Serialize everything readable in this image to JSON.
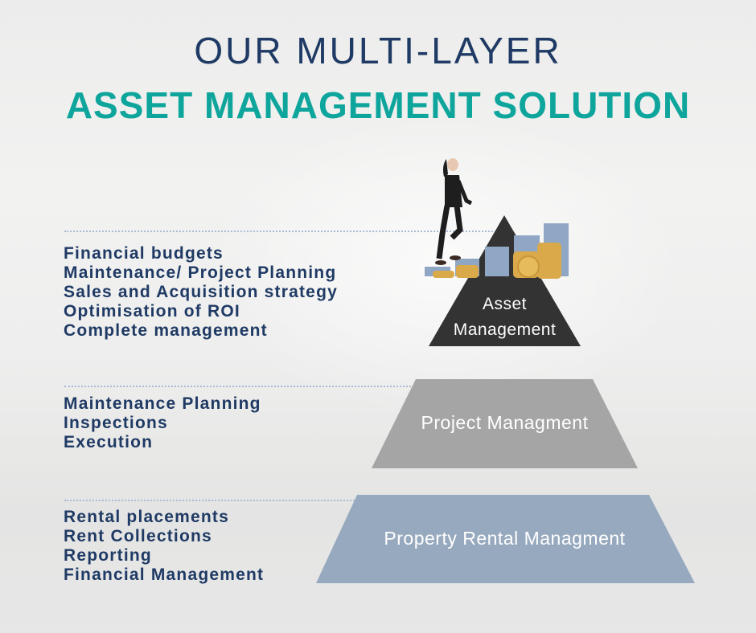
{
  "title": {
    "line1": "OUR MULTI-LAYER",
    "line2": "ASSET MANAGEMENT SOLUTION"
  },
  "colors": {
    "title_navy": "#1f3a64",
    "title_teal": "#0ea59c",
    "tier_top": "#333333",
    "tier_middle": "#a5a5a5",
    "tier_bottom": "#97a9be",
    "bar_blue": "#8fa6c4",
    "coin_gold": "#d9a94a"
  },
  "tiers": [
    {
      "label_line1": "Asset",
      "label_line2": "Management",
      "items": [
        "Financial budgets",
        "Maintenance/ Project Planning",
        "Sales and Acquisition strategy",
        "Optimisation of ROI",
        "Complete management"
      ]
    },
    {
      "label": "Project Managment",
      "items": [
        "Maintenance Planning",
        "Inspections",
        "Execution"
      ]
    },
    {
      "label": "Property Rental Managment",
      "items": [
        "Rental placements",
        "Rent Collections",
        "Reporting",
        "Financial Management"
      ]
    }
  ],
  "illustration": {
    "icon": "businesswoman-climbing-bar-chart-coins-icon"
  }
}
